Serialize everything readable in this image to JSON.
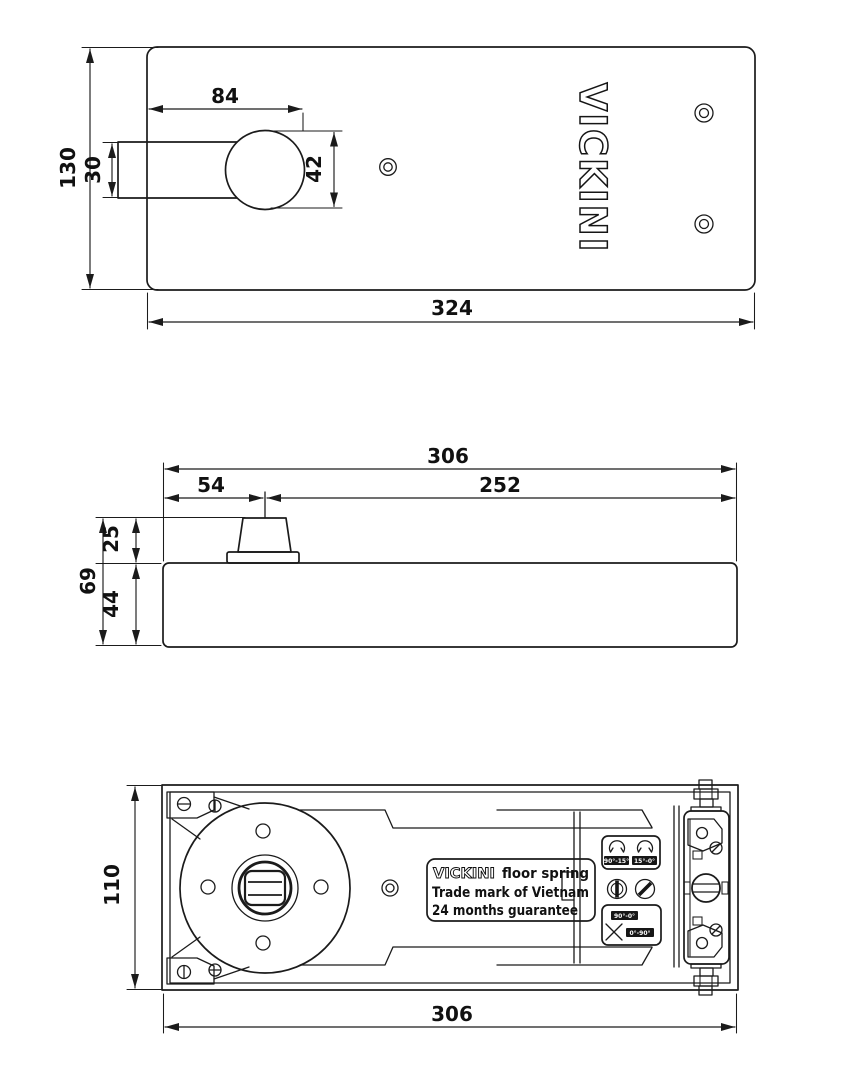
{
  "palette": {
    "line_color": "#1b1b1b",
    "background": "#ffffff"
  },
  "top_view": {
    "brand_logo": "VICKINI",
    "dims": {
      "height": "130",
      "arm_width": "30",
      "arm_length": "84",
      "head_diameter": "42",
      "length": "324"
    }
  },
  "side_view": {
    "dims": {
      "length": "306",
      "spindle_offset": "54",
      "spindle_to_end": "252",
      "spindle_height": "25",
      "total_height": "69",
      "body_height": "44"
    }
  },
  "bottom_view": {
    "dims": {
      "width": "110",
      "length": "306"
    },
    "nameplate": {
      "brand": "VICKINI",
      "product": "floor spring",
      "line2": "Trade mark of Vietnam",
      "line3": "24 months guarantee"
    },
    "adjust_panel": {
      "valve1_range": "90°-15°",
      "valve2_range": "15°-0°",
      "crossed_range_top": "90°-0°",
      "crossed_range_bottom": "0°-90°"
    }
  }
}
